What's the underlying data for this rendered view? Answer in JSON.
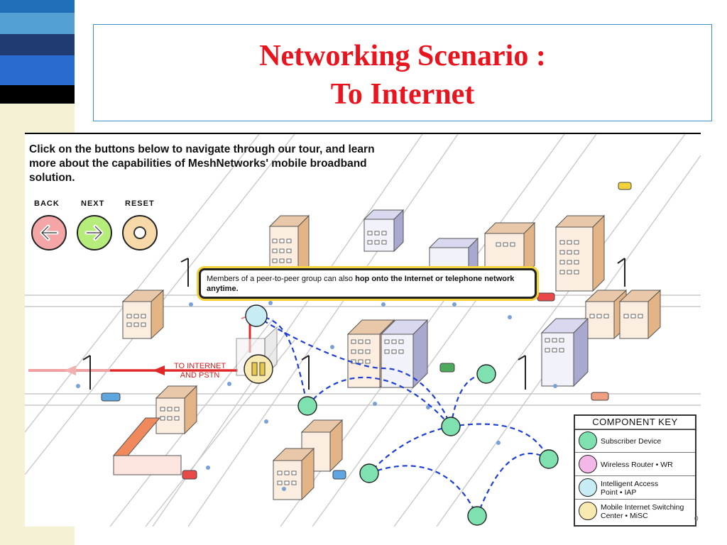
{
  "slide": {
    "title_line1": "Networking Scenario :",
    "title_line2": "To Internet",
    "title_color": "#e8141e"
  },
  "tour": {
    "intro": "Click on the buttons below to navigate through our tour, and learn more about the capabilities of MeshNetworks' mobile broadband solution.",
    "back_label": "BACK",
    "next_label": "NEXT",
    "reset_label": "RESET"
  },
  "callout": {
    "text_plain": "Members of a peer-to-peer group can also ",
    "text_bold": "hop onto the Internet or telephone network anytime."
  },
  "internet_label": {
    "line1": "TO INTERNET",
    "line2": "AND PSTN"
  },
  "component_key": {
    "title": "COMPONENT KEY",
    "items": [
      {
        "label": "Subscriber Device",
        "color": "#7fe0b0"
      },
      {
        "label": "Wireless Router • WR",
        "color": "#f4b8e8"
      },
      {
        "label": "Intelligent Access Point • IAP",
        "color": "#c8ecf4"
      },
      {
        "label": "Mobile Internet Switching Center • MiSC",
        "color": "#f8eab0"
      }
    ]
  },
  "page_number": "0",
  "colors": {
    "back_button": "#f4a6a6",
    "next_button": "#b6ec7a",
    "reset_button": "#f7d8a8",
    "mesh_link": "#1f3fd6",
    "internet_line": "#e02828"
  }
}
